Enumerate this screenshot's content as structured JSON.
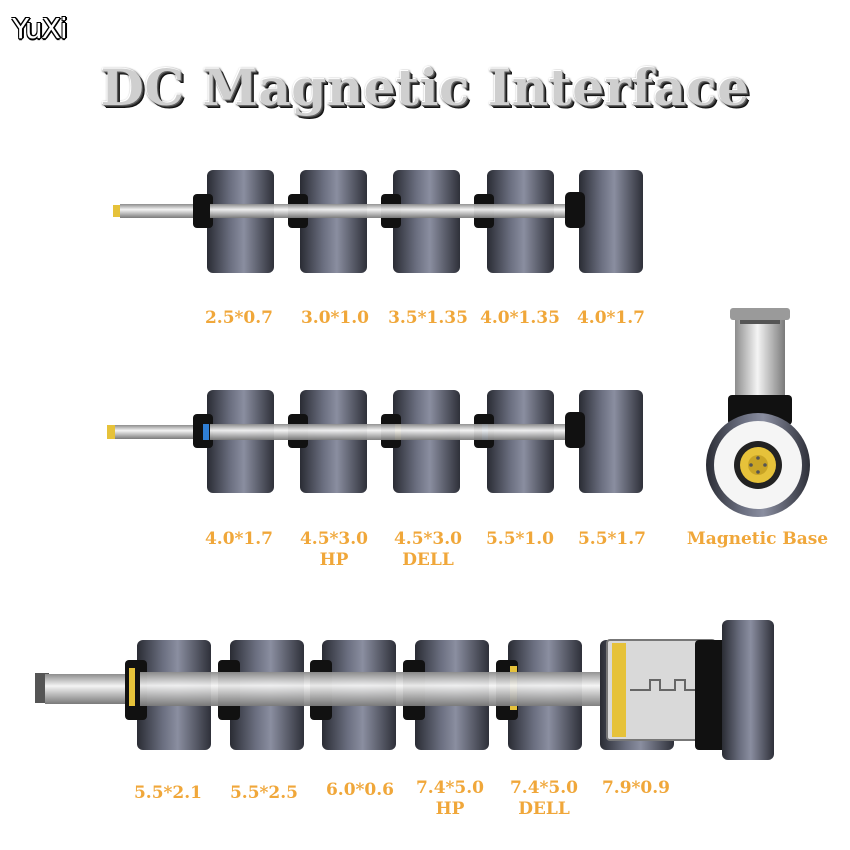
{
  "brand": "YuXi",
  "title": "DC Magnetic Interface",
  "row1": [
    {
      "size": "2.5*0.7"
    },
    {
      "size": "3.0*1.0"
    },
    {
      "size": "3.5*1.35"
    },
    {
      "size": "4.0*1.35"
    },
    {
      "size": "4.0*1.7"
    }
  ],
  "row2": [
    {
      "size": "4.0*1.7"
    },
    {
      "size": "4.5*3.0",
      "brand": "HP"
    },
    {
      "size": "4.5*3.0",
      "brand": "DELL"
    },
    {
      "size": "5.5*1.0"
    },
    {
      "size": "5.5*1.7"
    }
  ],
  "magnetic_base_label": "Magnetic Base",
  "row3": [
    {
      "size": "5.5*2.1"
    },
    {
      "size": "5.5*2.5"
    },
    {
      "size": "6.0*0.6"
    },
    {
      "size": "7.4*5.0",
      "brand": "HP"
    },
    {
      "size": "7.4*5.0",
      "brand": "DELL"
    },
    {
      "size": "7.9*0.9"
    }
  ],
  "colors": {
    "label": "#f0a73a",
    "barrel": "#4e5260",
    "pin": "#c9c9c9",
    "gold": "#e6c23a",
    "blue": "#2f7fd6"
  }
}
